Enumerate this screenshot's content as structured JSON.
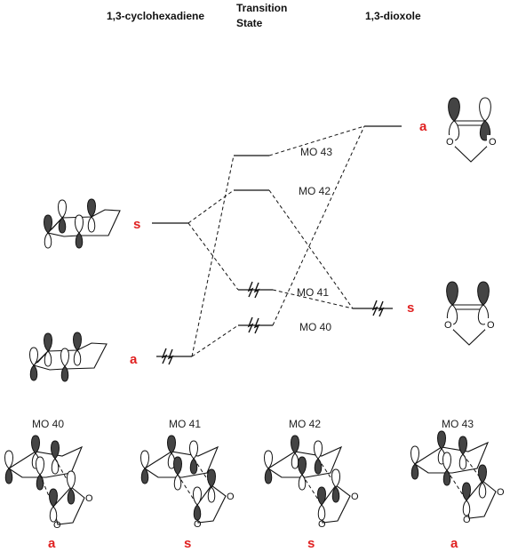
{
  "headers": {
    "reactant": "1,3-cyclohexadiene",
    "ts_line1": "Transition",
    "ts_line2": "State",
    "product": "1,3-dioxole"
  },
  "levels": {
    "mo43": "MO 43",
    "mo42": "MO 42",
    "mo41": "MO 41",
    "mo40": "MO 40"
  },
  "symmetry": {
    "diene_lumo": "s",
    "diene_homo": "a",
    "dioxole_lumo": "a",
    "dioxole_homo": "s"
  },
  "atoms": {
    "oxygen": "O"
  },
  "bottom_panels": [
    {
      "label": "MO 40",
      "symmetry": "a"
    },
    {
      "label": "MO 41",
      "symmetry": "s"
    },
    {
      "label": "MO 42",
      "symmetry": "s"
    },
    {
      "label": "MO 43",
      "symmetry": "a"
    }
  ]
}
